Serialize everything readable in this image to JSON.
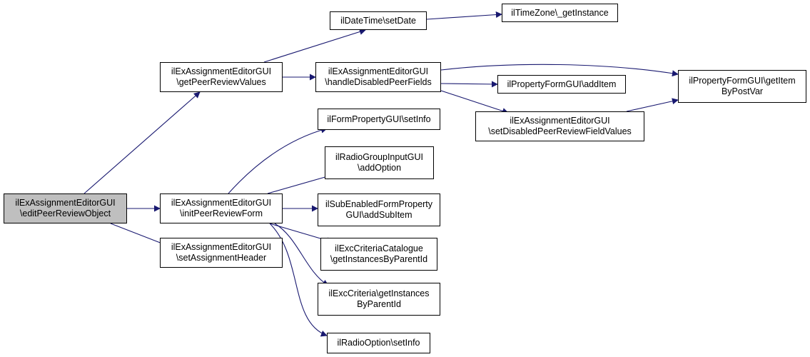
{
  "colors": {
    "edge": "#191970",
    "root_fill": "#bfbfbf",
    "node_fill": "#ffffff",
    "border": "#000000"
  },
  "nodes": {
    "editPeerReviewObject": {
      "line1": "ilExAssignmentEditorGUI",
      "line2": "\\editPeerReviewObject"
    },
    "getPeerReviewValues": {
      "line1": "ilExAssignmentEditorGUI",
      "line2": "\\getPeerReviewValues"
    },
    "initPeerReviewForm": {
      "line1": "ilExAssignmentEditorGUI",
      "line2": "\\initPeerReviewForm"
    },
    "setAssignmentHeader": {
      "line1": "ilExAssignmentEditorGUI",
      "line2": "\\setAssignmentHeader"
    },
    "setDate": {
      "line1": "ilDateTime\\setDate"
    },
    "getInstance": {
      "line1": "ilTimeZone\\_getInstance"
    },
    "handleDisabledPeerFields": {
      "line1": "ilExAssignmentEditorGUI",
      "line2": "\\handleDisabledPeerFields"
    },
    "addItem": {
      "line1": "ilPropertyFormGUI\\addItem"
    },
    "getItemByPostVar": {
      "line1": "ilPropertyFormGUI\\getItem",
      "line2": "ByPostVar"
    },
    "setDisabledPeerReviewFieldValues": {
      "line1": "ilExAssignmentEditorGUI",
      "line2": "\\setDisabledPeerReviewFieldValues"
    },
    "formPropertySetInfo": {
      "line1": "ilFormPropertyGUI\\setInfo"
    },
    "addOption": {
      "line1": "ilRadioGroupInputGUI",
      "line2": "\\addOption"
    },
    "addSubItem": {
      "line1": "ilSubEnabledFormProperty",
      "line2": "GUI\\addSubItem"
    },
    "catalogueGetInstances": {
      "line1": "ilExcCriteriaCatalogue",
      "line2": "\\getInstancesByParentId"
    },
    "criteriaGetInstances": {
      "line1": "ilExcCriteria\\getInstances",
      "line2": "ByParentId"
    },
    "radioOptionSetInfo": {
      "line1": "ilRadioOption\\setInfo"
    }
  },
  "edges": [
    [
      "editPeerReviewObject",
      "getPeerReviewValues"
    ],
    [
      "editPeerReviewObject",
      "initPeerReviewForm"
    ],
    [
      "editPeerReviewObject",
      "setAssignmentHeader"
    ],
    [
      "getPeerReviewValues",
      "setDate"
    ],
    [
      "getPeerReviewValues",
      "handleDisabledPeerFields"
    ],
    [
      "setDate",
      "getInstance"
    ],
    [
      "handleDisabledPeerFields",
      "getItemByPostVar"
    ],
    [
      "handleDisabledPeerFields",
      "addItem"
    ],
    [
      "handleDisabledPeerFields",
      "setDisabledPeerReviewFieldValues"
    ],
    [
      "setDisabledPeerReviewFieldValues",
      "getItemByPostVar"
    ],
    [
      "initPeerReviewForm",
      "formPropertySetInfo"
    ],
    [
      "initPeerReviewForm",
      "addOption"
    ],
    [
      "initPeerReviewForm",
      "addSubItem"
    ],
    [
      "initPeerReviewForm",
      "catalogueGetInstances"
    ],
    [
      "initPeerReviewForm",
      "criteriaGetInstances"
    ],
    [
      "initPeerReviewForm",
      "radioOptionSetInfo"
    ]
  ]
}
